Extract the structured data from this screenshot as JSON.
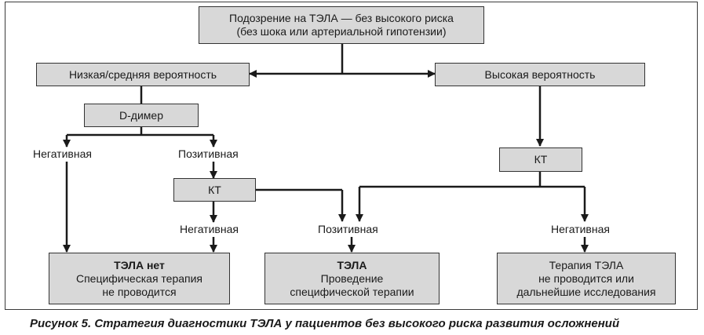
{
  "nodes": {
    "top": {
      "line1": "Подозрение на ТЭЛА — без высокого риска",
      "line2": "(без шока или артериальной гипотензии)"
    },
    "low_prob": "Низкая/средняя вероятность",
    "high_prob": "Высокая вероятность",
    "ddimer": "D-димер",
    "ct_left": "КТ",
    "ct_right": "КТ",
    "result_no": {
      "title": "ТЭЛА нет",
      "line1": "Специфическая терапия",
      "line2": "не проводится"
    },
    "result_pe": {
      "title": "ТЭЛА",
      "line1": "Проведение",
      "line2": "специфической терапии"
    },
    "result_other": {
      "line1": "Терапия ТЭЛА",
      "line2": "не проводится или",
      "line3": "дальнейшие исследования"
    }
  },
  "labels": {
    "neg_left": "Негативная",
    "pos_ddimer": "Позитивная",
    "neg_ct": "Негативная",
    "pos_ct": "Позитивная",
    "neg_right": "Негативная"
  },
  "caption": "Рисунок 5. Стратегия диагностики ТЭЛА у пациентов без высокого риска развития осложнений"
}
